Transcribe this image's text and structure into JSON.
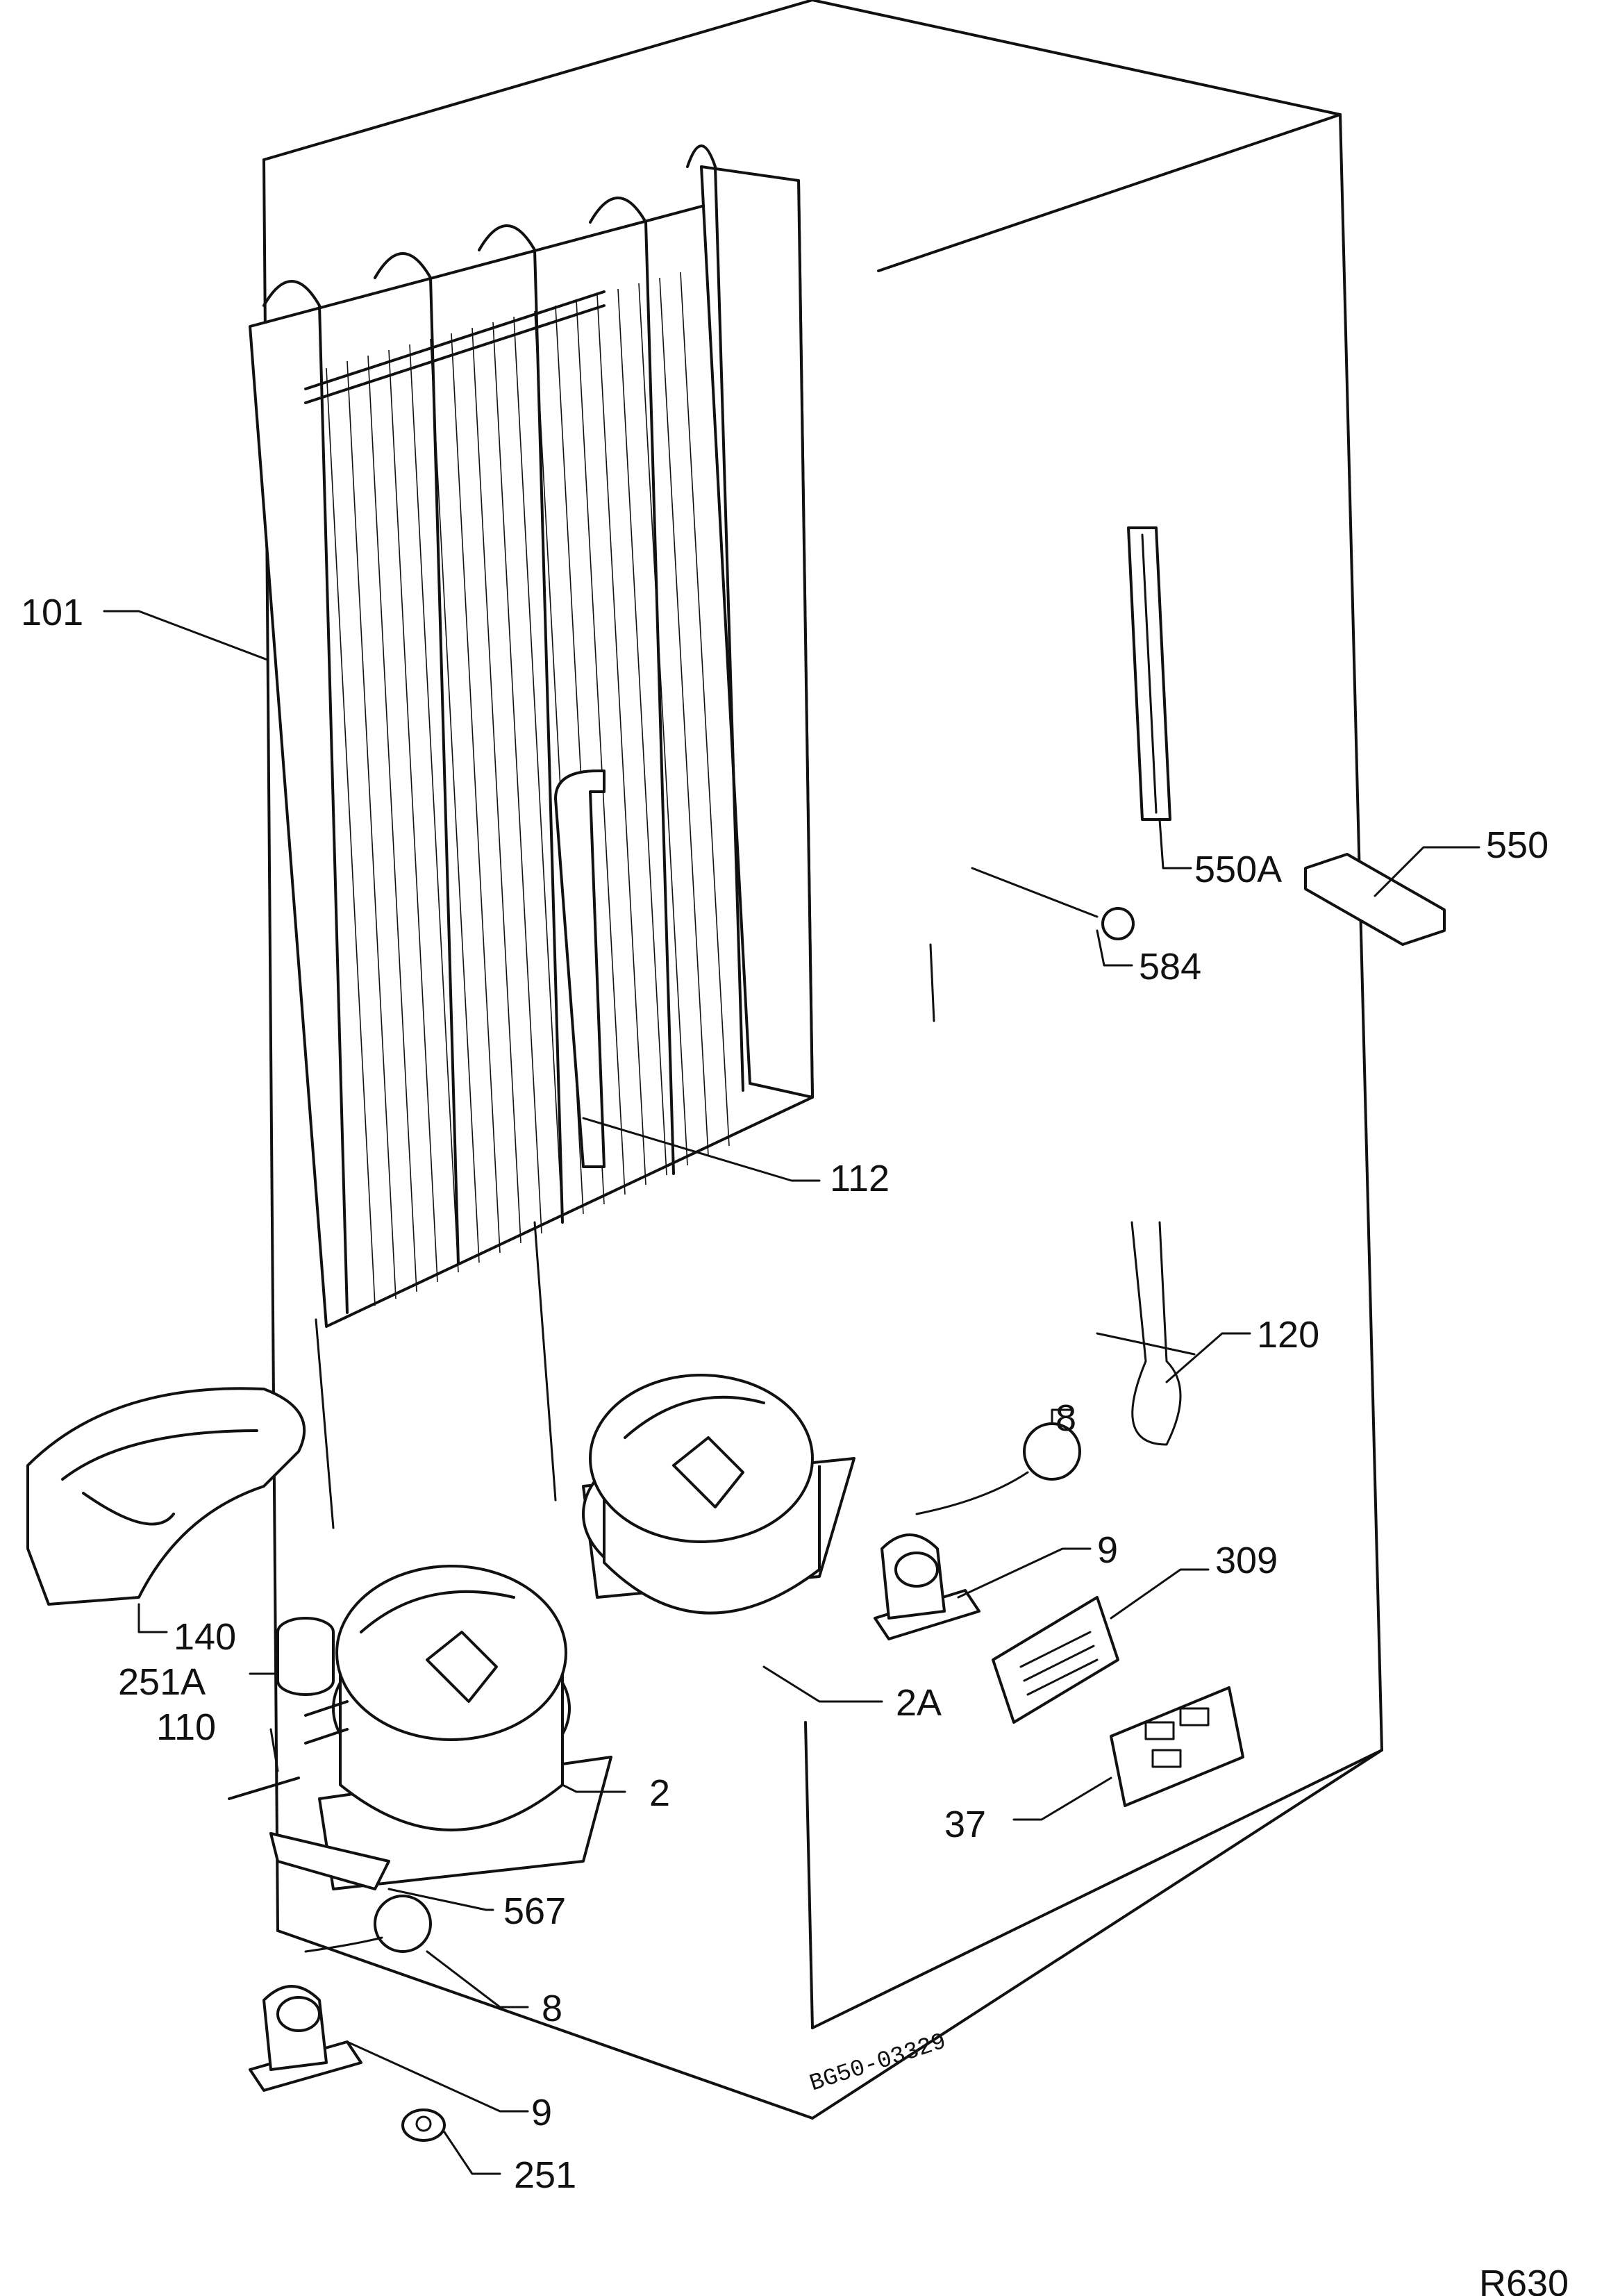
{
  "labels": {
    "l101": "101",
    "l112": "112",
    "l550a": "550A",
    "l550": "550",
    "l584": "584",
    "l120": "120",
    "l8a": "8",
    "l9a": "9",
    "l309": "309",
    "l140": "140",
    "l251a": "251A",
    "l110": "110",
    "l2a": "2A",
    "l2": "2",
    "l37": "37",
    "l567": "567",
    "l8b": "8",
    "l9b": "9",
    "l251": "251"
  },
  "drawing_code": "BG50-03329",
  "page_code": "R630"
}
